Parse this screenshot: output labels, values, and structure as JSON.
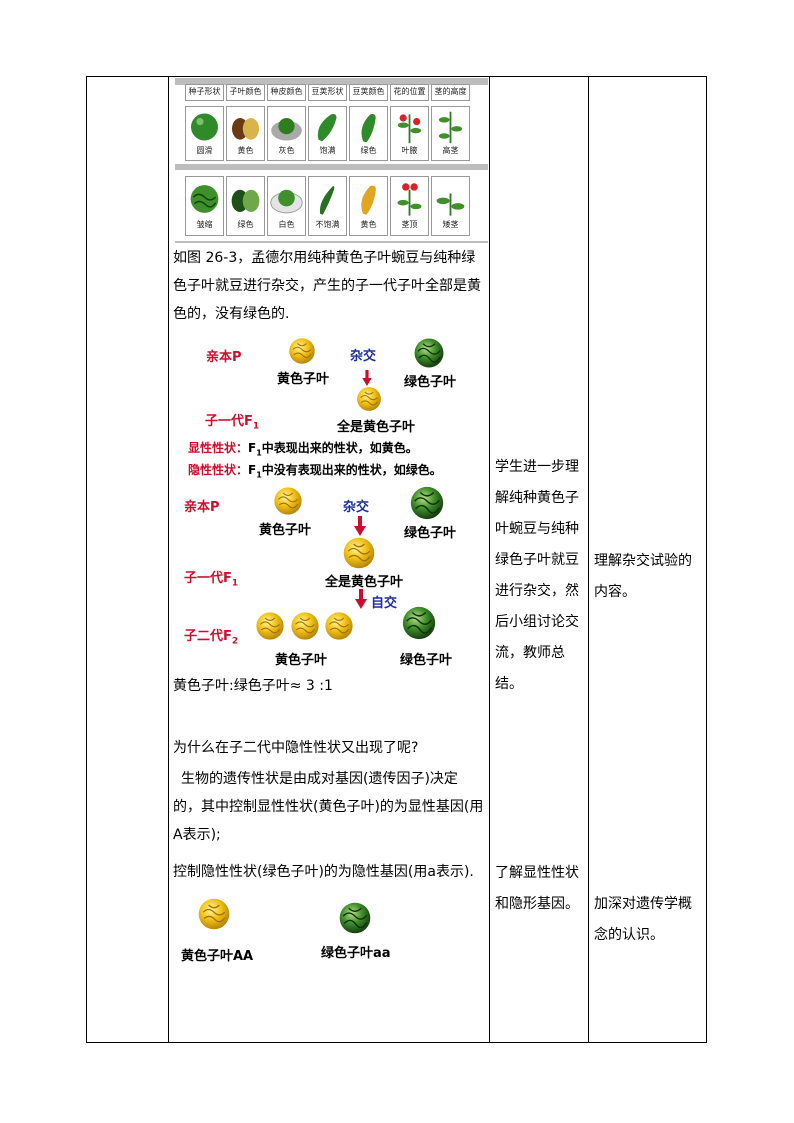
{
  "trait_table": {
    "headers": [
      "种子形状",
      "子叶颜色",
      "种皮颜色",
      "豆荚形状",
      "豆荚颜色",
      "花的位置",
      "茎的高度"
    ],
    "dominant": [
      "圆滑",
      "黄色",
      "灰色",
      "饱满",
      "绿色",
      "叶腋",
      "高茎"
    ],
    "recessive": [
      "皱缩",
      "绿色",
      "白色",
      "不饱满",
      "黄色",
      "茎顶",
      "矮茎"
    ]
  },
  "intro_text": "如图 26-3，孟德尔用纯种黄色子叶蜿豆与纯种绿色子叶就豆进行杂交，产生的子一代子叶全部是黄色的，没有绿色的.",
  "diagram1": {
    "parent_label": "亲本P",
    "cross_label": "杂交",
    "yellow_label": "黄色子叶",
    "green_label": "绿色子叶",
    "f1_label": "子一代F",
    "f1_sub": "1",
    "f1_result": "全是黄色子叶",
    "dominant_term": "显性性状：",
    "dominant_f": "F",
    "dominant_sub": "1",
    "dominant_desc": "中表现出来的性状，如黄色。",
    "recessive_term": "隐性性状：",
    "recessive_f": "F",
    "recessive_sub": "1",
    "recessive_desc": "中没有表现出来的性状，如绿色。"
  },
  "diagram2": {
    "parent_label": "亲本P",
    "cross_label": "杂交",
    "yellow_label": "黄色子叶",
    "green_label": "绿色子叶",
    "f1_label": "子一代F",
    "f1_sub": "1",
    "f1_result": "全是黄色子叶",
    "self_label": "自交",
    "f2_label": "子二代F",
    "f2_sub": "2",
    "f2_yellow": "黄色子叶",
    "f2_green": "绿色子叶"
  },
  "ratio_text": "黄色子叶:绿色子叶≈ 3 :1",
  "question_text": "为什么在子二代中隐性性状又出现了呢?",
  "explain_text_1": "生物的遗传性状是由成对基因(遗传因子)决定的，其中控制显性性状(黄色子叶)的为显性基因(用A表示);",
  "explain_text_2": "控制隐性性状(绿色子叶)的为隐性基因(用a表示).",
  "genotype": {
    "yellow": "黄色子叶AA",
    "green": "绿色子叶aa"
  },
  "student_col": {
    "activity_1": "学生进一步理解纯种黄色子叶蜿豆与纯种绿色子叶就豆进行杂交，然后小组讨论交流，教师总结。",
    "activity_2": "了解显性性状和隐形基因。"
  },
  "purpose_col": {
    "purpose_1": "理解杂交试验的内容。",
    "purpose_2": "加深对遗传学概念的认识。"
  },
  "colors": {
    "yellow": "#f2c318",
    "green": "#3f8f2a",
    "red": "#c8102e",
    "blue": "#1c2d9c"
  }
}
